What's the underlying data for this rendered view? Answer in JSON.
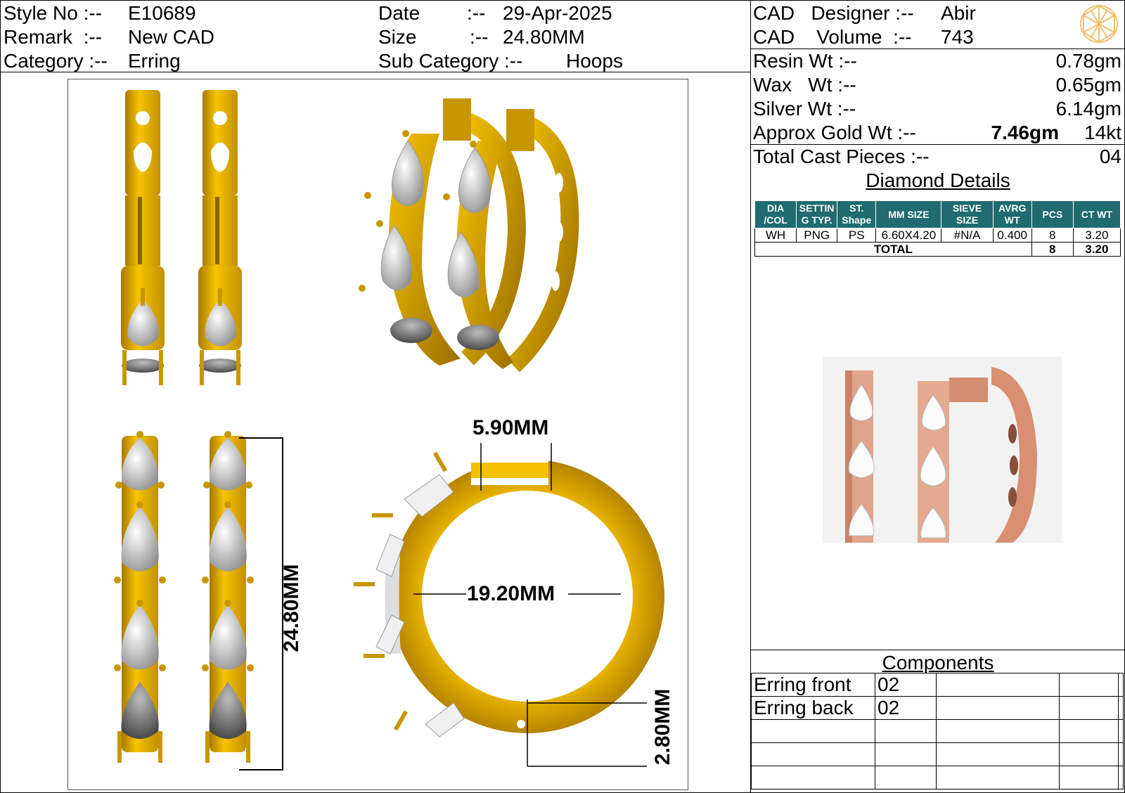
{
  "header": {
    "style_no_label": "Style No :--",
    "style_no": "E10689",
    "remark_label": "Remark  :--",
    "remark": "New CAD",
    "category_label": "Category :--",
    "category": "Erring",
    "date_label": "Date",
    "date_sep": ":--",
    "date": "29-Apr-2025",
    "size_label": "Size",
    "size_sep": ":--",
    "size": "24.80MM",
    "subcat_label": "Sub Category :--",
    "subcat": "Hoops"
  },
  "cad": {
    "designer_label": "CAD   Designer :--",
    "designer": "Abir",
    "volume_label": "CAD    Volume  :--",
    "volume": "743",
    "logo_icon": "brand-logo-icon"
  },
  "weights": {
    "resin_label": "Resin Wt :--",
    "resin": "0.78gm",
    "wax_label": "Wax   Wt :--",
    "wax": "0.65gm",
    "silver_label": "Silver Wt :--",
    "silver": "6.14gm",
    "gold_label": "Approx Gold Wt :--",
    "gold": "7.46gm",
    "karat": "14kt",
    "cast_label": "Total Cast Pieces :--",
    "cast": "04"
  },
  "diamond": {
    "title": "Diamond Details",
    "headers": [
      "DIA /COL",
      "SETTIN G TYP.",
      "ST. Shape",
      "MM SIZE",
      "SIEVE SIZE",
      "AVRG WT",
      "PCS",
      "CT WT"
    ],
    "row": [
      "WH",
      "PNG",
      "PS",
      "6.60X4.20",
      "#N/A",
      "0.400",
      "8",
      "3.20"
    ],
    "total_label": "TOTAL",
    "total_pcs": "8",
    "total_ct": "3.20"
  },
  "dimensions": {
    "width_top": "5.90MM",
    "inner_diameter": "19.20MM",
    "height": "24.80MM",
    "thickness": "2.80MM"
  },
  "components": {
    "title": "Components",
    "rows": [
      {
        "name": "Erring front",
        "qty": "02"
      },
      {
        "name": "Erring back",
        "qty": "02"
      }
    ]
  },
  "colors": {
    "gold": "#f2b705",
    "gold_dark": "#a87a00",
    "table_header": "#1f6b70",
    "rose_gold": "#d9957a"
  }
}
